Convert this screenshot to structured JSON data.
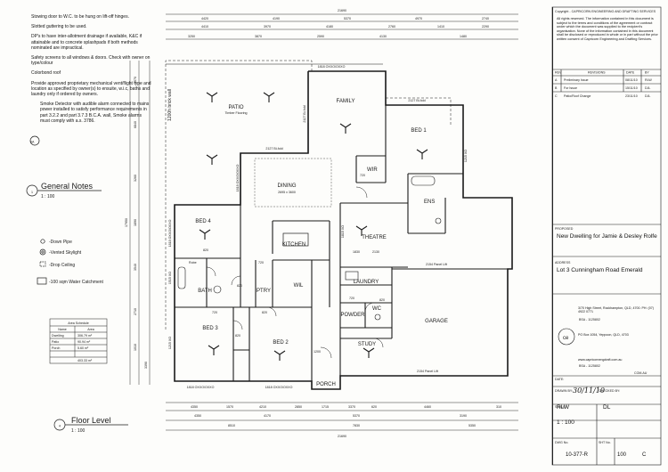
{
  "notes": [
    "Stowing door to W.C. to be hung on lift-off hinges.",
    "Slotted guttering to be used.",
    "DP's to have inter-allotment drainage if available, K&C if attainable and to concrete splashpads if both methods nominated are impractical.",
    "Safety screens to all windows & doors. Check with owner on type/colour",
    "Colorbond roof",
    "Provide approved proprietary mechanical vent/flight type and location as specified by owner(s) to ensuite, w.i.c, baths and laundry only if ordered by owners.",
    "Smoke Detector with audible alarm connected to mains power installed to satisfy performance requirements in part 3.2.2 and part 3.7.3 B.C.A. wall, Smoke alarms must comply with a.s. 3786."
  ],
  "smoke_symbol": "SA",
  "general_notes": {
    "number": "1",
    "title": "General Notes",
    "scale": "1 : 100"
  },
  "floor_level": {
    "number": "4",
    "title": "Floor Level",
    "scale": "1 : 100"
  },
  "legend": [
    {
      "icon": "down-pipe-icon",
      "label": "-Down Pipe"
    },
    {
      "icon": "vented-skylight-icon",
      "label": "-Vented Skylight"
    },
    {
      "icon": "drop-ceiling-icon",
      "label": "-Drop Ceiling"
    },
    {
      "icon": "water-catchment-icon",
      "label": "-100 sqm Water Catchment"
    }
  ],
  "area_schedule": {
    "title": "Area Schedule",
    "headers": [
      "Name",
      "Area"
    ],
    "rows": [
      [
        "Dwelling",
        "306.79 m²"
      ],
      [
        "Patio",
        "90.94 m²"
      ],
      [
        "Porch",
        "5.60 m²"
      ]
    ],
    "total": "403.33 m²"
  },
  "rooms": {
    "patio": "PATIO",
    "patio_sub": "Timber Flooring",
    "family": "FAMILY",
    "bed1": "BED 1",
    "wir": "WIR",
    "ens": "ENS",
    "dining": "DINING",
    "dining_sub": "2695 x 3600",
    "kitchen": "KITCHEN",
    "theatre": "THEATRE",
    "bed4": "BED 4",
    "bath": "BATH",
    "ptry": "PTRY",
    "wil": "WIL",
    "laundry": "LAUNDRY",
    "bed3": "BED 3",
    "bed2": "BED 2",
    "powder": "POWDER",
    "wc": "WC",
    "garage": "GARAGE",
    "study": "STUDY",
    "porch": "PORCH",
    "robe": "Robe"
  },
  "plan_labels": {
    "brick_wall": "1200h brick wall",
    "bifold1": "2127 Bi-fold",
    "bifold2": "2127 Bi-fold",
    "bifold3": "2127 Bi-fold",
    "oxxo_top": "1818 OXXO/OXXO",
    "oxxo_bottom_left": "1818 OXXO/OXXO",
    "oxxo_bottom_mid": "1818 OXXO/OXXO",
    "oxxo_bottom_right": "1818 OXXO/OXXO",
    "panel_lift": "2154 Panel Lift",
    "panel_lift2": "2154 Panel Lift",
    "oxxo_side": "1818 OXXO/OXXO",
    "side_win1": "1515 XO",
    "side_win2": "1215 XO",
    "side_win3": "1215 XO",
    "side_win4": "1815 XO",
    "d1": "720",
    "d2": "820",
    "d3": "820",
    "d4": "720",
    "d5": "820",
    "d6": "720",
    "d7": "820",
    "d8": "720",
    "d9": "820",
    "d10": "1200",
    "d11": "2130",
    "d12": "1830"
  },
  "dims_top": {
    "overall": "21690",
    "row1": [
      "4420",
      "4190",
      "5370",
      "4970",
      "2740"
    ],
    "row2": [
      "4410",
      "3970",
      "4180",
      "2760",
      "1410",
      "2290"
    ],
    "row3": [
      "3250",
      "3870",
      "2590",
      "4130",
      "1480"
    ]
  },
  "dims_bottom": {
    "overall": "21690",
    "row1": [
      "4350",
      "1570",
      "4210",
      "2850",
      "1715",
      "3370",
      "620",
      "4460",
      "310"
    ],
    "row2": [
      "4350",
      "4170",
      "5370",
      "3190"
    ],
    "row3": [
      "8510",
      "7830",
      "5350"
    ]
  },
  "dims_left": {
    "overall": "17950",
    "values": [
      "3070",
      "6840",
      "3260",
      "1890",
      "3540",
      "2710",
      "1010",
      "3390"
    ]
  },
  "title_block": {
    "copyright": "Copyright - CAPRICORN ENGINEERING AND DRAFTING SERVICES",
    "rights": "All rights reserved. The information contained in this document is subject to the terms and conditions of the agreement or contract under which the document was supplied to the recipient's organisation. None of the information contained in this document shall be disclosed or reproduced in whole or in part without the prior written consent of Capricorn Engineering and Drafting Services.",
    "rev_headers": [
      "REV",
      "REVISIONS",
      "DATE",
      "BY"
    ],
    "revisions": [
      [
        "A",
        "Preliminary Issue",
        "08/11/10",
        "RLW"
      ],
      [
        "B",
        "For Issue",
        "15/11/10",
        "DJL"
      ],
      [
        "C",
        "Patio/Roof Change",
        "23/11/10",
        "DJL"
      ]
    ],
    "proposed_label": "PROPOSED",
    "proposed": "New Dwelling for Jamie & Desley Rolfe",
    "address_label": "ADDRESS",
    "address": "Lot 3 Cunningham Road Emerald",
    "company_addr": "3/70 High Street, Rockhampton, QLD, 4700. PH: (07) 4922 0771",
    "bsa1": "BSA - 1125802",
    "company_addr2": "PO Box 1054, Yeppoon, QLD, 4703",
    "bsa2": "BSA - 1125802",
    "logo": "ce",
    "web": "www.capricornengdraft.com.au",
    "web2": "COM.AU",
    "date_label": "DATE:",
    "date": "30/11/10",
    "drawn_label": "DRAWN BY:",
    "drawn": "RLW",
    "checked_label": "CHECKED BY:",
    "checked": "DL",
    "scale_label": "SCALE:",
    "scale": "1 : 100",
    "dwg_label": "DWG No.",
    "dwg": "10-377-R",
    "sht_label": "SHT No.",
    "sht": "100",
    "sht_rev": "C"
  },
  "colors": {
    "ink": "#1a1a1a",
    "paper": "#fdfdfb"
  }
}
